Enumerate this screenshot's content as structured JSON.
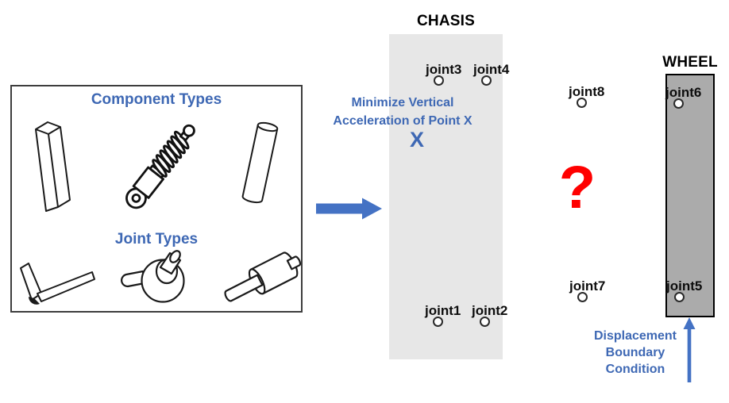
{
  "colors": {
    "heading_blue": "#3E68B4",
    "arrow_blue": "#4472C4",
    "question_red": "#FF0000",
    "chasis_fill": "#E7E7E7",
    "wheel_fill": "#ABABAB"
  },
  "library": {
    "component_types_label": "Component Types",
    "joint_types_label": "Joint Types",
    "component_icons": [
      "beam",
      "shock-absorber",
      "cylinder"
    ],
    "joint_icons": [
      "elbow-joint",
      "ball-joint",
      "cylindrical-joint"
    ]
  },
  "chasis": {
    "title": "CHASIS",
    "objective_line1": "Minimize Vertical",
    "objective_line2": "Acceleration of Point X",
    "point_x_label": "X",
    "joints": {
      "joint1": "joint1",
      "joint2": "joint2",
      "joint3": "joint3",
      "joint4": "joint4"
    }
  },
  "unknown_linkage": {
    "question_mark": "?",
    "joints": {
      "joint7": "joint7",
      "joint8": "joint8"
    }
  },
  "wheel": {
    "title": "WHEEL",
    "joints": {
      "joint5": "joint5",
      "joint6": "joint6"
    },
    "boundary_line1": "Displacement",
    "boundary_line2": "Boundary",
    "boundary_line3": "Condition"
  }
}
